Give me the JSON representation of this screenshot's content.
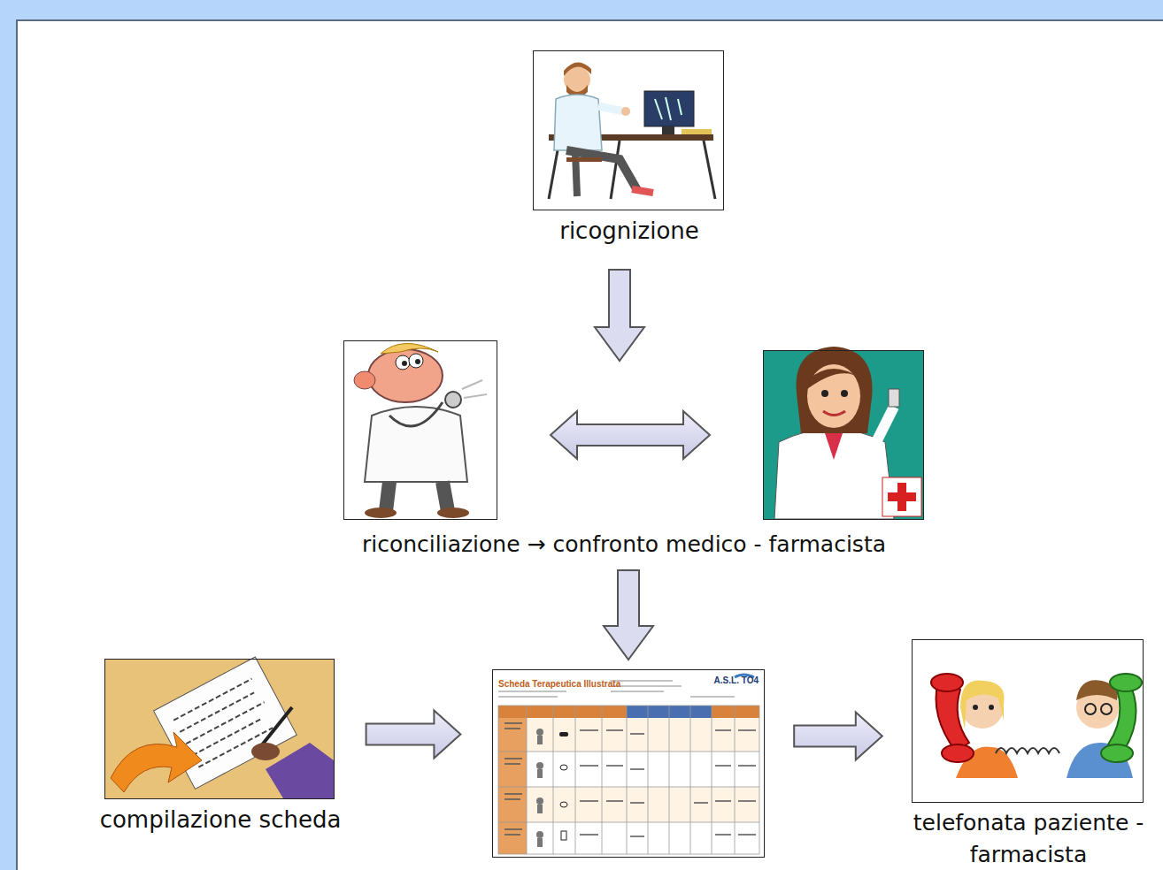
{
  "diagram": {
    "nodes": [
      {
        "text": [
          "ricognizione"
        ]
      },
      {
        "text": []
      },
      {
        "text": []
      },
      {
        "text": [
          "compilazione scheda"
        ]
      },
      {
        "text": [
          "Scheda Terapeutica Illustrata",
          "A.S.L. TO4"
        ]
      },
      {
        "text": [
          "telefonata paziente -farmacista"
        ]
      }
    ],
    "edges": [
      {
        "from": 1,
        "to": 2,
        "arrow": "both"
      },
      {
        "from": 3,
        "to": 4,
        "arrow": "to"
      },
      {
        "from": 4,
        "to": 5,
        "arrow": "to"
      }
    ],
    "labels": [
      "riconciliazione → confronto medico - farmacista"
    ]
  }
}
